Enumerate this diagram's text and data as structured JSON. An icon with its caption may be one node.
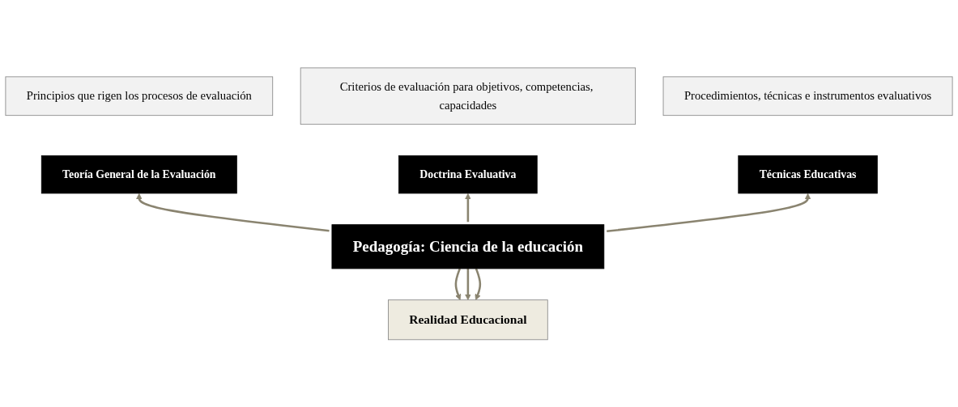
{
  "diagram": {
    "nodes": [
      {
        "text": [
          "Principios que rigen los procesos de evaluación"
        ]
      },
      {
        "text": [
          "Criterios de evaluación para objetivos, competencias, capacidades"
        ]
      },
      {
        "text": [
          "Procedimientos, técnicas e instrumentos evaluativos"
        ]
      },
      {
        "text": [
          "Teoría General de la Evaluación"
        ]
      },
      {
        "text": [
          "Doctrina Evaluativa"
        ]
      },
      {
        "text": [
          "Técnicas Educativas"
        ]
      },
      {
        "text": [
          "Pedagogía: Ciencia de la educación"
        ]
      },
      {
        "text": [
          "Realidad Educacional"
        ]
      }
    ],
    "edges": [
      {
        "from": 6,
        "to": 3,
        "arrow": "to"
      },
      {
        "from": 6,
        "to": 4,
        "arrow": "to"
      },
      {
        "from": 6,
        "to": 5,
        "arrow": "to"
      },
      {
        "from": 6,
        "to": 7,
        "arrow": "to"
      },
      {
        "from": 6,
        "to": 7,
        "arrow": "to"
      },
      {
        "from": 6,
        "to": 7,
        "arrow": "to"
      }
    ]
  }
}
